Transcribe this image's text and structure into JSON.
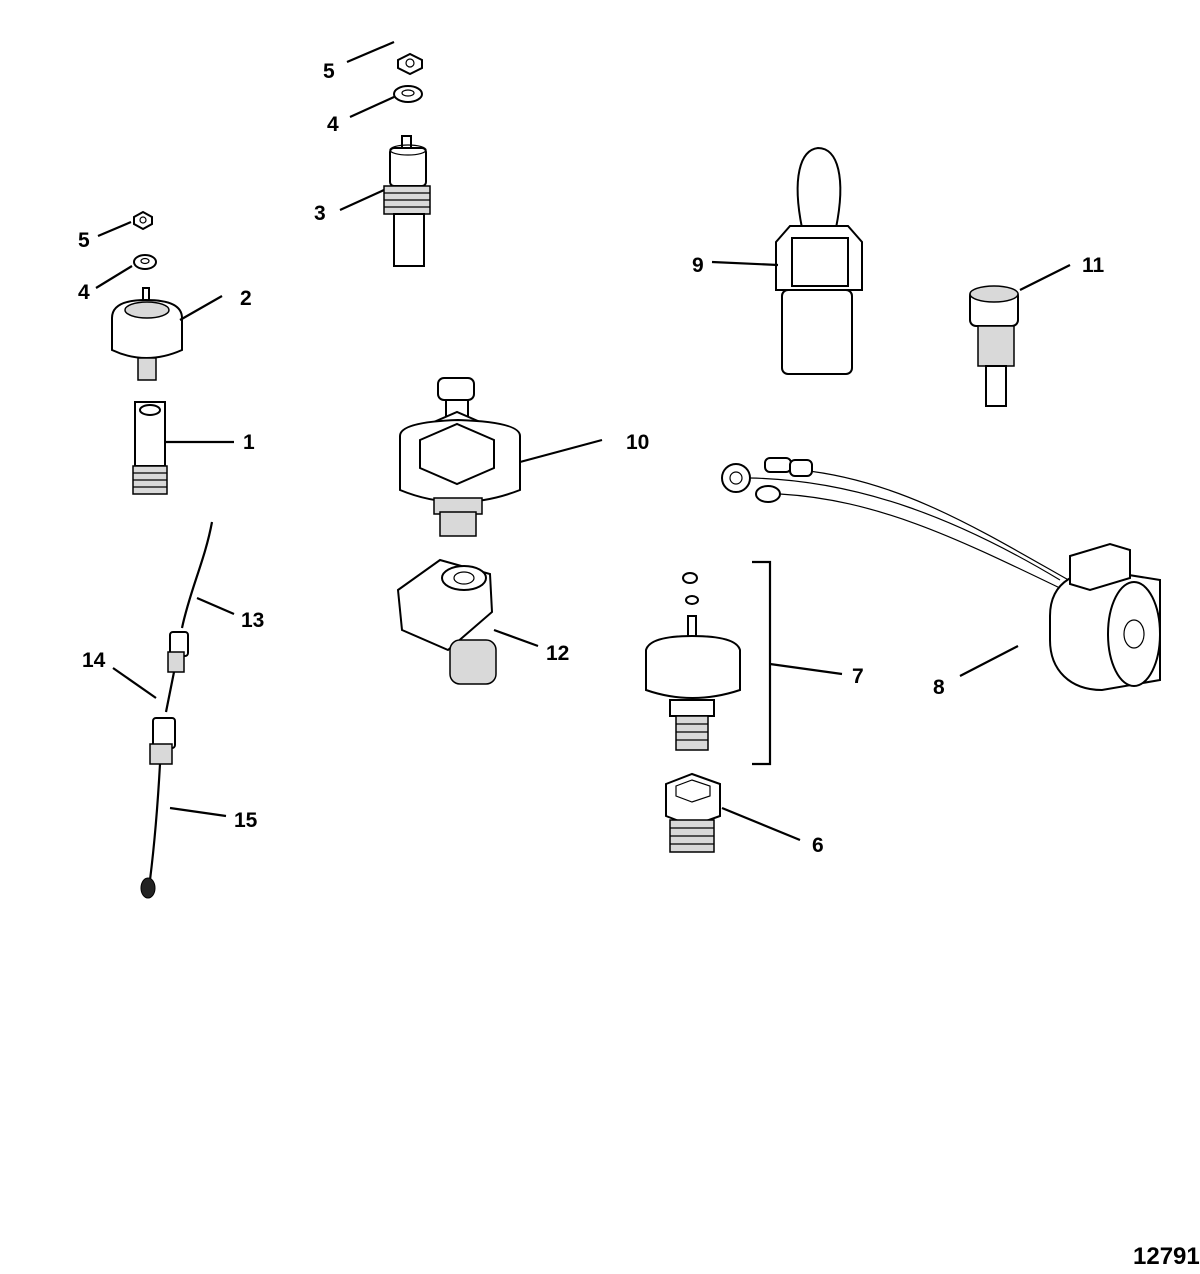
{
  "figure_id": "12791",
  "callouts": {
    "c1": "1",
    "c2": "2",
    "c3": "3",
    "c4a": "4",
    "c4b": "4",
    "c5a": "5",
    "c5b": "5",
    "c6": "6",
    "c7": "7",
    "c8": "8",
    "c9": "9",
    "c10": "10",
    "c11": "11",
    "c12": "12",
    "c13": "13",
    "c14": "14",
    "c15": "15"
  }
}
